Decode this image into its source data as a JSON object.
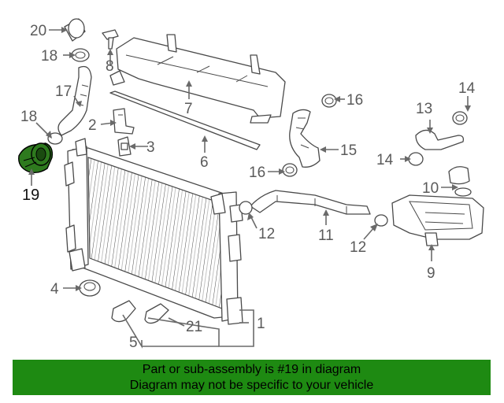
{
  "diagram": {
    "callouts": {
      "c1": "1",
      "c2": "2",
      "c3": "3",
      "c4": "4",
      "c5": "5",
      "c6": "6",
      "c7": "7",
      "c8": "8",
      "c9": "9",
      "c10": "10",
      "c11": "11",
      "c12a": "12",
      "c12b": "12",
      "c13": "13",
      "c14a": "14",
      "c14b": "14",
      "c15": "15",
      "c16a": "16",
      "c16b": "16",
      "c17": "17",
      "c18a": "18",
      "c18b": "18",
      "c19": "19",
      "c20": "20",
      "c21": "21"
    },
    "highlight_color": "#2e7a1e"
  },
  "banner": {
    "line1": "Part or sub-assembly is #19 in diagram",
    "line2": "Diagram may not be specific to your vehicle",
    "color": "#1e8a12"
  }
}
